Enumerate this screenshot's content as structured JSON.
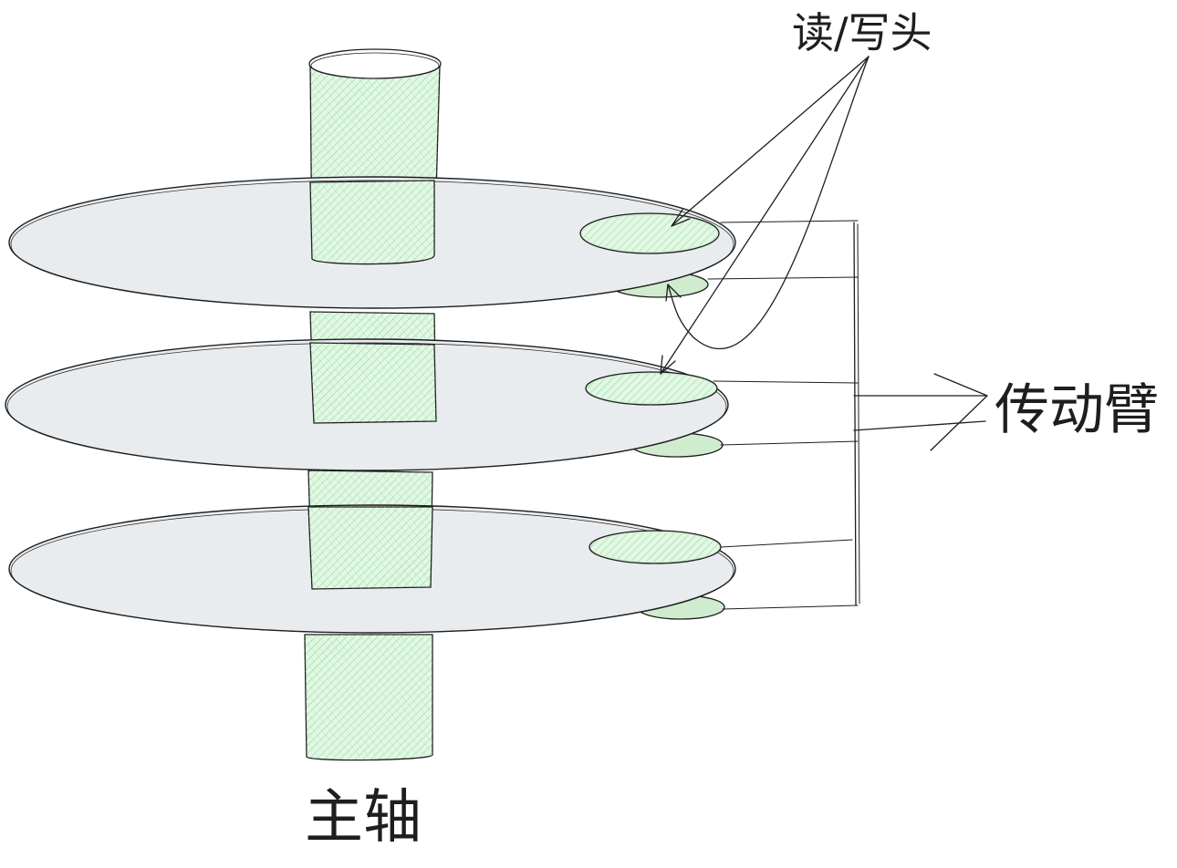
{
  "diagram": {
    "labels": {
      "read_write_head": "读/写头",
      "actuator_arm": "传动臂",
      "spindle": "主轴"
    },
    "colors": {
      "platter_fill": "#e9ecef",
      "spindle_fill": "#b2f2bb",
      "head_fill": "#b2f2bb",
      "stroke": "#1e1e1e",
      "background": "#ffffff"
    }
  }
}
